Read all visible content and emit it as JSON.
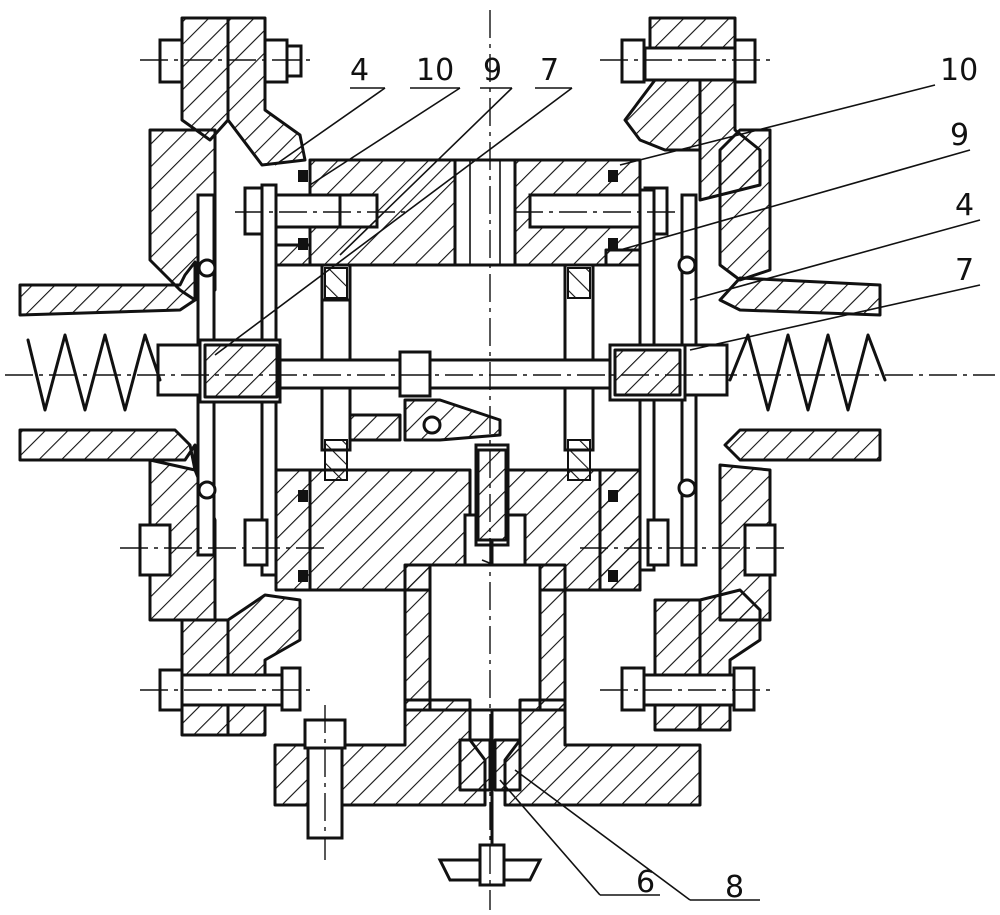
{
  "callouts": {
    "left_4": "4",
    "left_10": "10",
    "left_9": "9",
    "left_7": "7",
    "right_10": "10",
    "right_9": "9",
    "right_4": "4",
    "right_7": "7",
    "bottom_6": "6",
    "bottom_8": "8"
  }
}
